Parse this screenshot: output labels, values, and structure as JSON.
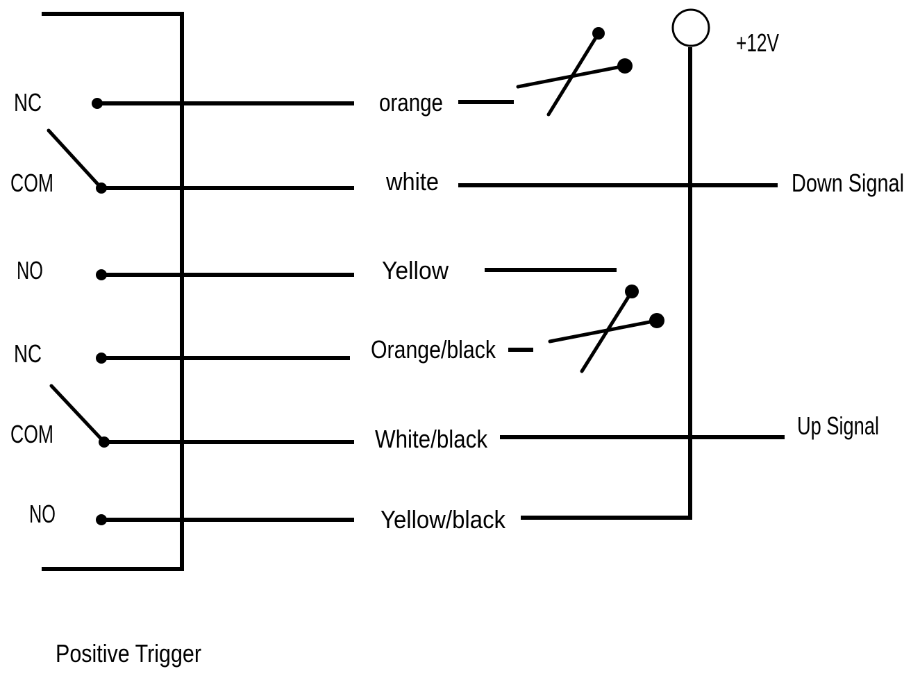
{
  "relay_pins": {
    "nc_1": "NC",
    "com_1": "COM",
    "no_1": "NO",
    "nc_2": "NC",
    "com_2": "COM",
    "no_2": "NO"
  },
  "wire_labels": {
    "orange": "orange",
    "white": "white",
    "yellow": "Yellow",
    "orange_black": "Orange/black",
    "white_black": "White/black",
    "yellow_black": "Yellow/black"
  },
  "signals": {
    "power": "+12V",
    "down": "Down Signal",
    "up": "Up Signal"
  },
  "caption": "Positive Trigger",
  "colors": {
    "line": "#000000",
    "background": "#ffffff"
  }
}
